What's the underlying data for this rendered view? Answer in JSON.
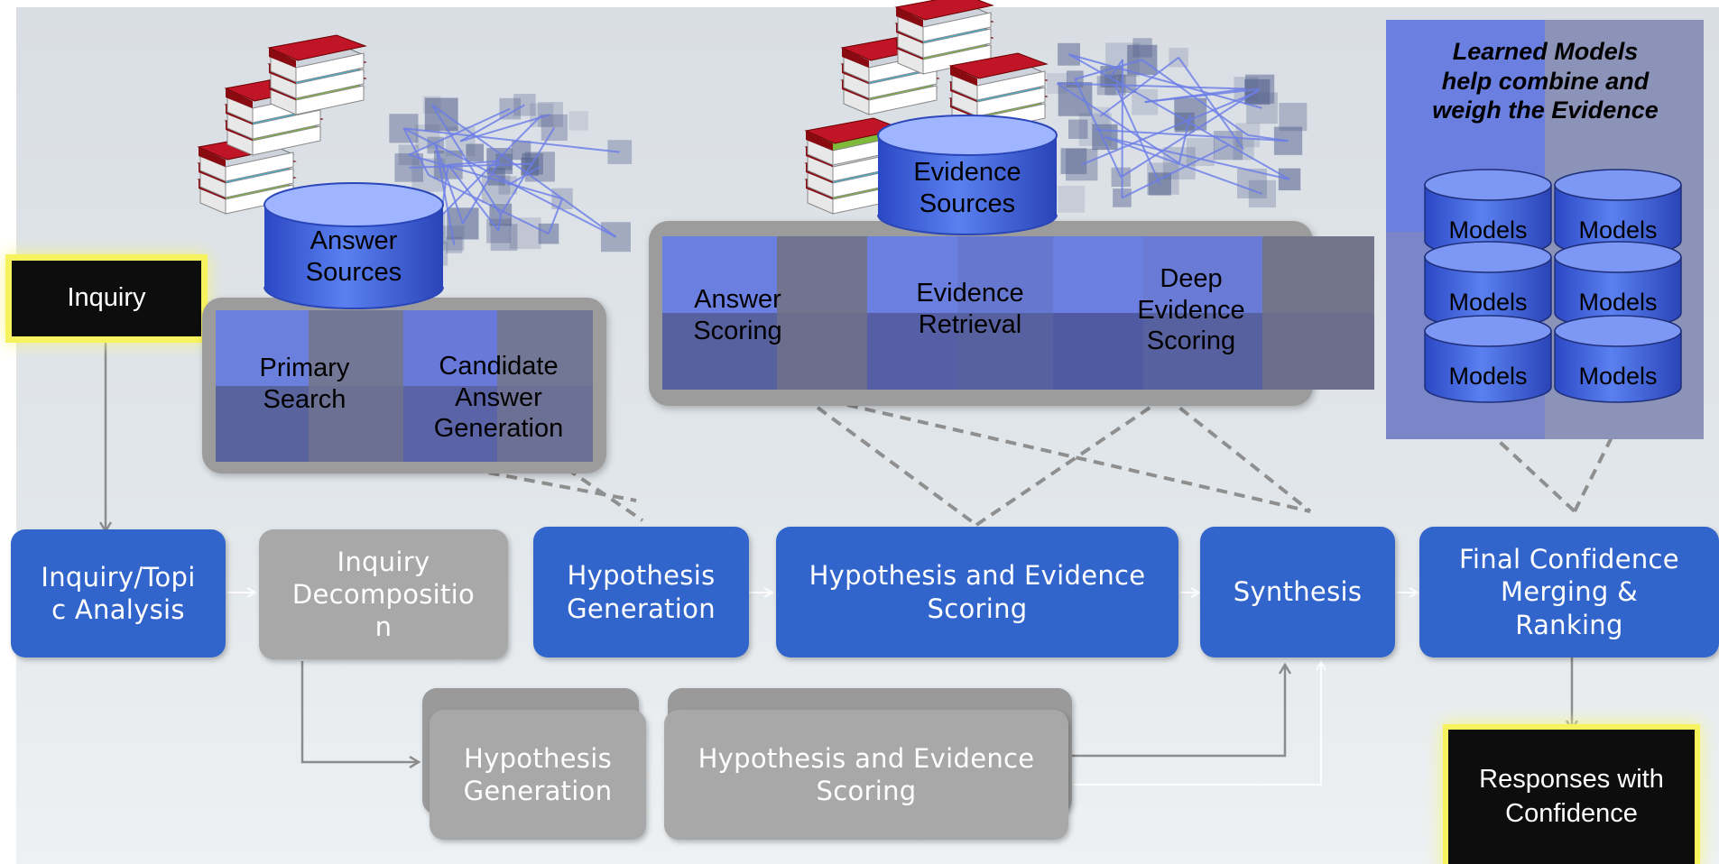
{
  "inquiry": "Inquiry",
  "responses": "Responses with\nConfidence",
  "flow": {
    "inquiry_topic_analysis": "Inquiry/Topi\nc Analysis",
    "inquiry_decomposition": "Inquiry\nDecompositio\nn",
    "hypothesis_generation": "Hypothesis\nGeneration",
    "hypothesis_evidence_scoring": "Hypothesis and Evidence\nScoring",
    "synthesis": "Synthesis",
    "final_confidence": "Final Confidence\nMerging &\nRanking"
  },
  "parallel": {
    "hypothesis_generation": "Hypothesis\nGeneration",
    "hypothesis_evidence_scoring": "Hypothesis and Evidence\nScoring"
  },
  "answer_sources": "Answer\nSources",
  "evidence_sources": "Evidence\nSources",
  "search_panel": {
    "primary_search": "Primary\nSearch",
    "candidate_generation": "Candidate\nAnswer\nGeneration"
  },
  "scoring_panel": {
    "answer_scoring": "Answer\nScoring",
    "evidence_retrieval": "Evidence\nRetrieval",
    "deep_evidence_scoring": "Deep\nEvidence\nScoring"
  },
  "learned_models": {
    "caption": "Learned Models\nhelp combine and\nweigh the Evidence",
    "models": [
      "Models",
      "Models",
      "Models",
      "Models",
      "Models",
      "Models"
    ]
  },
  "colors": {
    "flow_blue": "#3165cc",
    "flow_gray": "#a8a8a8",
    "highlight_yellow": "#f7f35f",
    "cylinder_blue": "#4b6de0"
  },
  "icons": [
    "book-stack-icon",
    "network-graph-icon",
    "database-cylinder-icon"
  ]
}
